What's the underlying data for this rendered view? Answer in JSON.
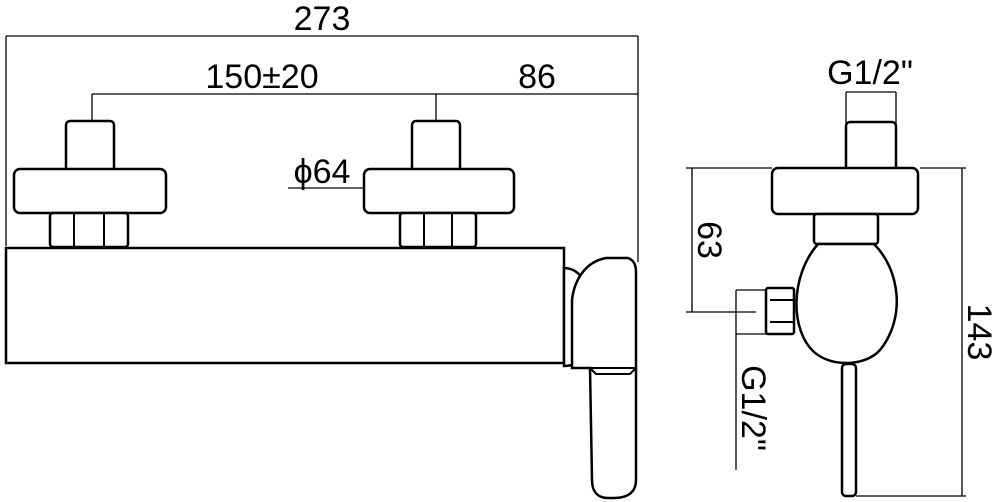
{
  "drawing": {
    "dimensions": {
      "overall_width": "273",
      "inlet_spacing": "150±20",
      "outlet_offset": "86",
      "escutcheon_diameter": "ϕ64",
      "top_connection": "G1/2\"",
      "depth": "63",
      "side_outlet": "G1/2\"",
      "overall_height": "143"
    }
  }
}
